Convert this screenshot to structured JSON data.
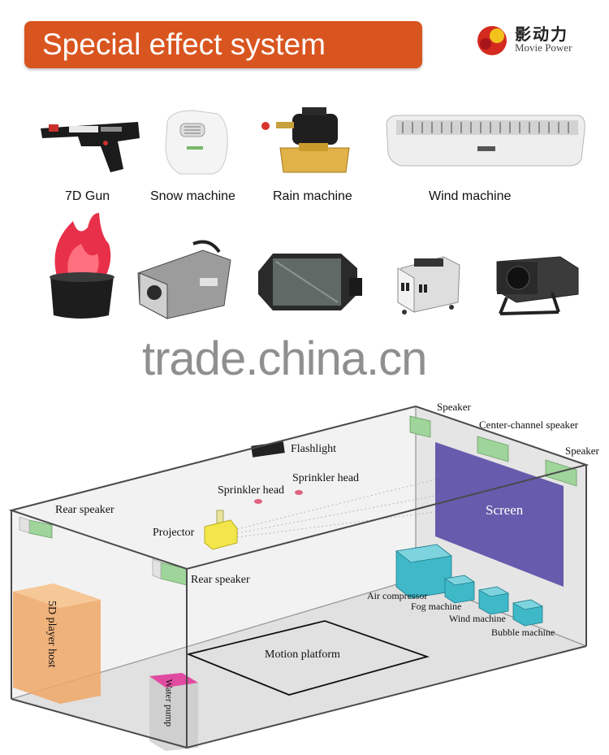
{
  "header": {
    "title": "Special effect system"
  },
  "logo": {
    "cn": "影动力",
    "en": "Movie Power"
  },
  "products": {
    "row1": [
      {
        "label": "7D Gun"
      },
      {
        "label": "Snow machine"
      },
      {
        "label": "Rain machine"
      },
      {
        "label": "Wind machine"
      }
    ]
  },
  "watermark": {
    "text": "trade.china.cn"
  },
  "diagram": {
    "labels": {
      "speaker_left": "Speaker",
      "center_channel": "Center-channel speaker",
      "speaker_right": "Speaker",
      "flashlight": "Flashlight",
      "sprinkler_1": "Sprinkler head",
      "sprinkler_2": "Sprinkler head",
      "rear_speaker_1": "Rear speaker",
      "rear_speaker_2": "Rear speaker",
      "projector": "Projector",
      "screen": "Screen",
      "air_compressor": "Air compressor",
      "fog_machine": "Fog machine",
      "wind_machine": "Wind machine",
      "bubble_machine": "Bubble machine",
      "motion_platform": "Motion platform",
      "player_host": "5D player host",
      "water_pump": "Water pump"
    }
  },
  "colors": {
    "banner": "#d9551f",
    "screen": "#5b4fa8",
    "speaker": "#9fd49a",
    "equipment": "#3fb8c8",
    "player_host": "#f0a766",
    "water_pump": "#e04aa0",
    "projector": "#f2e64a"
  }
}
